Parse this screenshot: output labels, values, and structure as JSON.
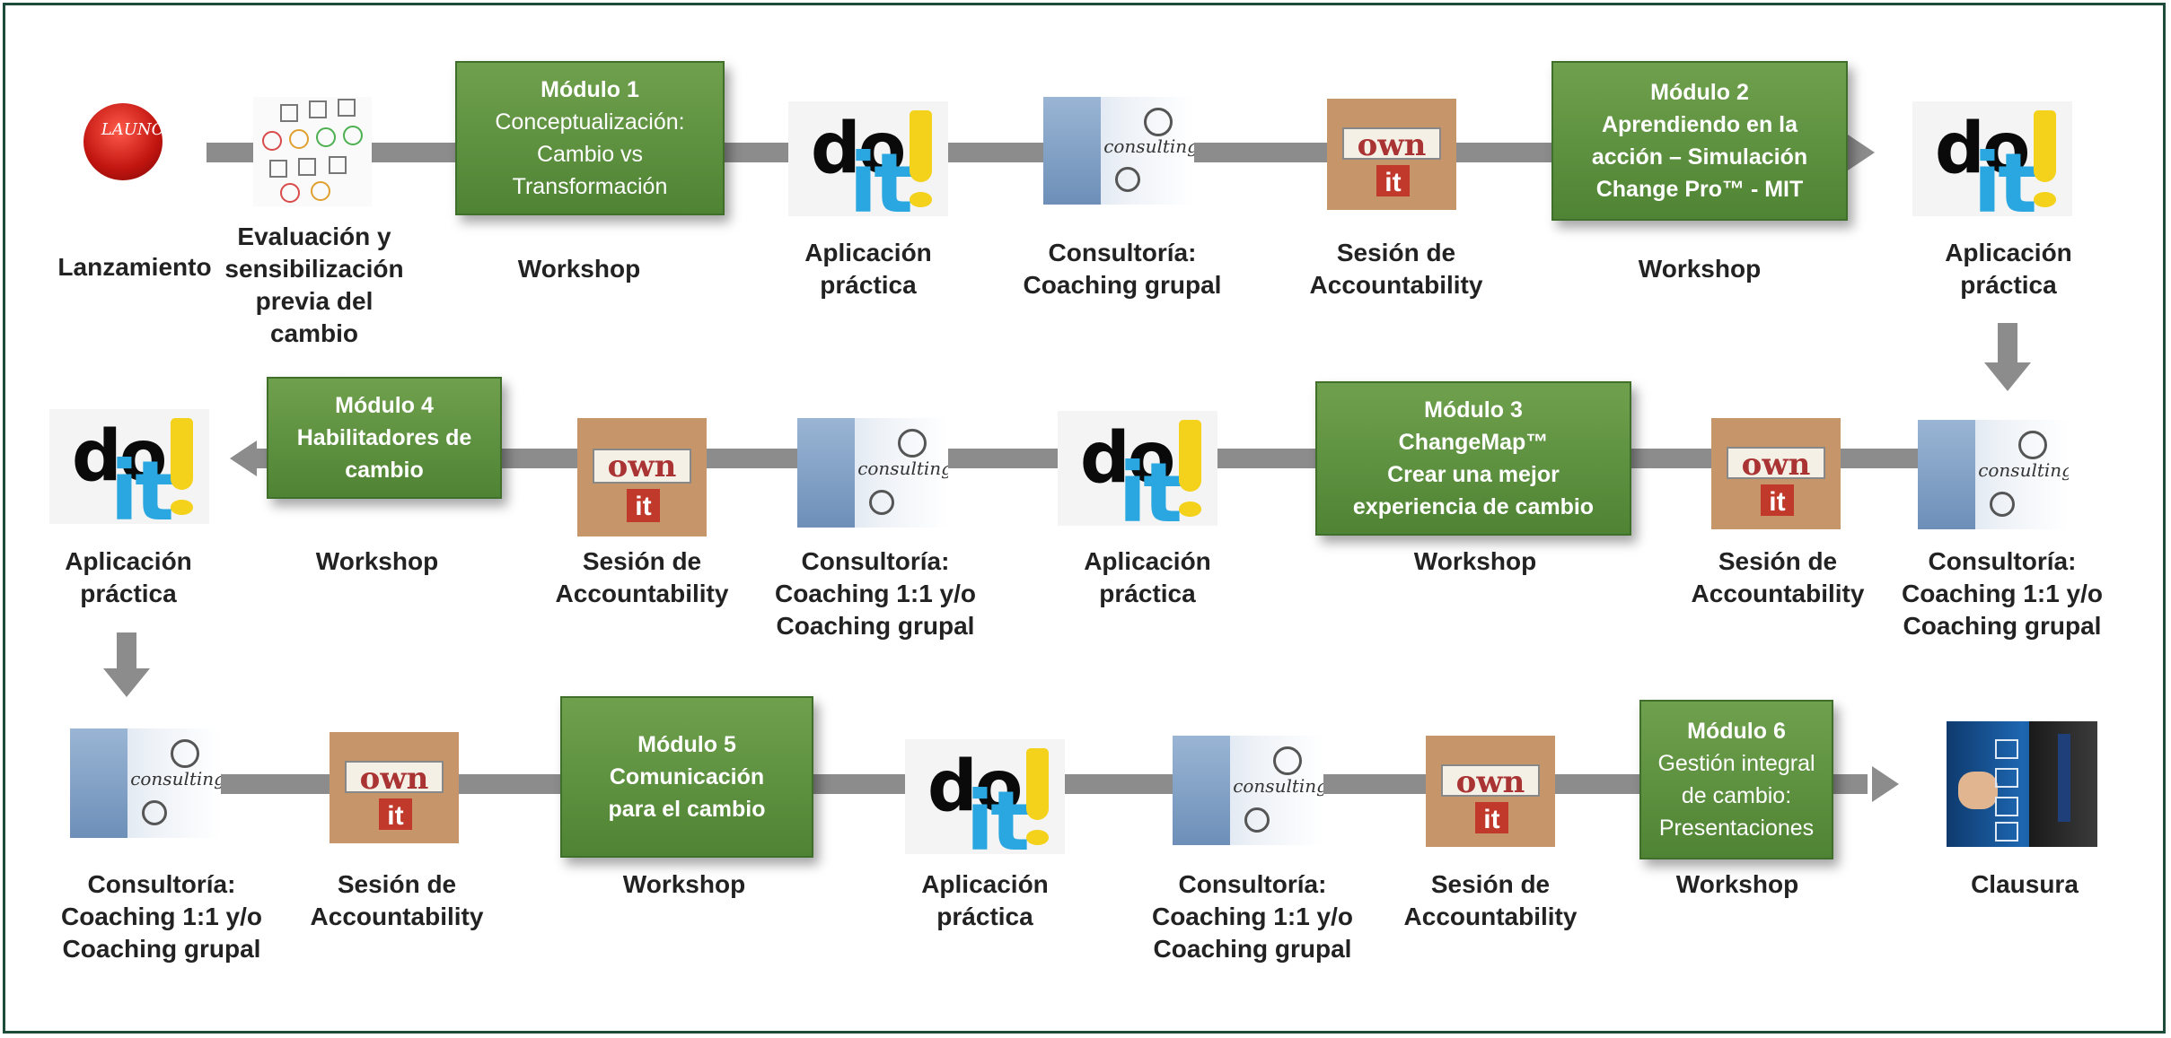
{
  "row1": {
    "launch": {
      "label": [
        "Lanzamiento"
      ],
      "icon": "launch-button-icon"
    },
    "evaluation": {
      "label": [
        "Evaluación y",
        "sensibilización",
        "previa del",
        "cambio"
      ],
      "icon": "smiley-survey-icon"
    },
    "module1": {
      "title": "Módulo 1",
      "lines": [
        "Conceptualización:",
        "Cambio vs",
        "Transformación"
      ],
      "label": "Workshop"
    },
    "applied1": {
      "label": [
        "Aplicación",
        "práctica"
      ],
      "icon": "doit-icon"
    },
    "consult1": {
      "label": [
        "Consultoría:",
        "Coaching grupal"
      ],
      "icon": "consulting-icon"
    },
    "account1": {
      "label": [
        "Sesión de",
        "Accountability"
      ],
      "icon": "own-it-icon"
    },
    "module2": {
      "title": "Módulo 2",
      "lines": [
        "Aprendiendo en la",
        "acción – Simulación",
        "Change Pro™ - MIT"
      ],
      "label": "Workshop"
    },
    "applied2": {
      "label": [
        "Aplicación",
        "práctica"
      ],
      "icon": "doit-icon"
    }
  },
  "row2": {
    "consult2": {
      "label": [
        "Consultoría:",
        "Coaching 1:1 y/o",
        "Coaching grupal"
      ]
    },
    "account2": {
      "label": [
        "Sesión de",
        "Accountability"
      ]
    },
    "module3": {
      "title": "Módulo 3",
      "lines": [
        "ChangeMap™",
        "Crear una mejor",
        "experiencia de cambio"
      ],
      "label": "Workshop"
    },
    "applied3": {
      "label": [
        "Aplicación",
        "práctica"
      ]
    },
    "consult3": {
      "label": [
        "Consultoría:",
        "Coaching 1:1 y/o",
        "Coaching grupal"
      ]
    },
    "account3": {
      "label": [
        "Sesión de",
        "Accountability"
      ]
    },
    "module4": {
      "title": "Módulo 4",
      "lines": [
        "Habilitadores de",
        "cambio"
      ],
      "label": "Workshop"
    },
    "applied4": {
      "label": [
        "Aplicación",
        "práctica"
      ]
    }
  },
  "row3": {
    "consult4": {
      "label": [
        "Consultoría:",
        "Coaching 1:1 y/o",
        "Coaching grupal"
      ]
    },
    "account4": {
      "label": [
        "Sesión de",
        "Accountability"
      ]
    },
    "module5": {
      "title": "Módulo 5",
      "lines": [
        "Comunicación",
        "para el cambio"
      ],
      "label": "Workshop"
    },
    "applied5": {
      "label": [
        "Aplicación",
        "práctica"
      ]
    },
    "consult5": {
      "label": [
        "Consultoría:",
        "Coaching 1:1 y/o",
        "Coaching grupal"
      ]
    },
    "account5": {
      "label": [
        "Sesión de",
        "Accountability"
      ]
    },
    "module6": {
      "title": "Módulo 6",
      "lines": [
        "Gestión integral",
        "de cambio:",
        "Presentaciones"
      ],
      "label": "Workshop"
    },
    "closure": {
      "label": [
        "Clausura"
      ],
      "icon": "checklist-businessman-icon"
    }
  },
  "icon_text": {
    "launch": "LAUNCH",
    "consulting": "consulting",
    "own": "own",
    "it": "it"
  },
  "colors": {
    "module_fill": "#5a8f3c",
    "connector": "#8c8c8c",
    "frame": "#1d4d3a"
  }
}
